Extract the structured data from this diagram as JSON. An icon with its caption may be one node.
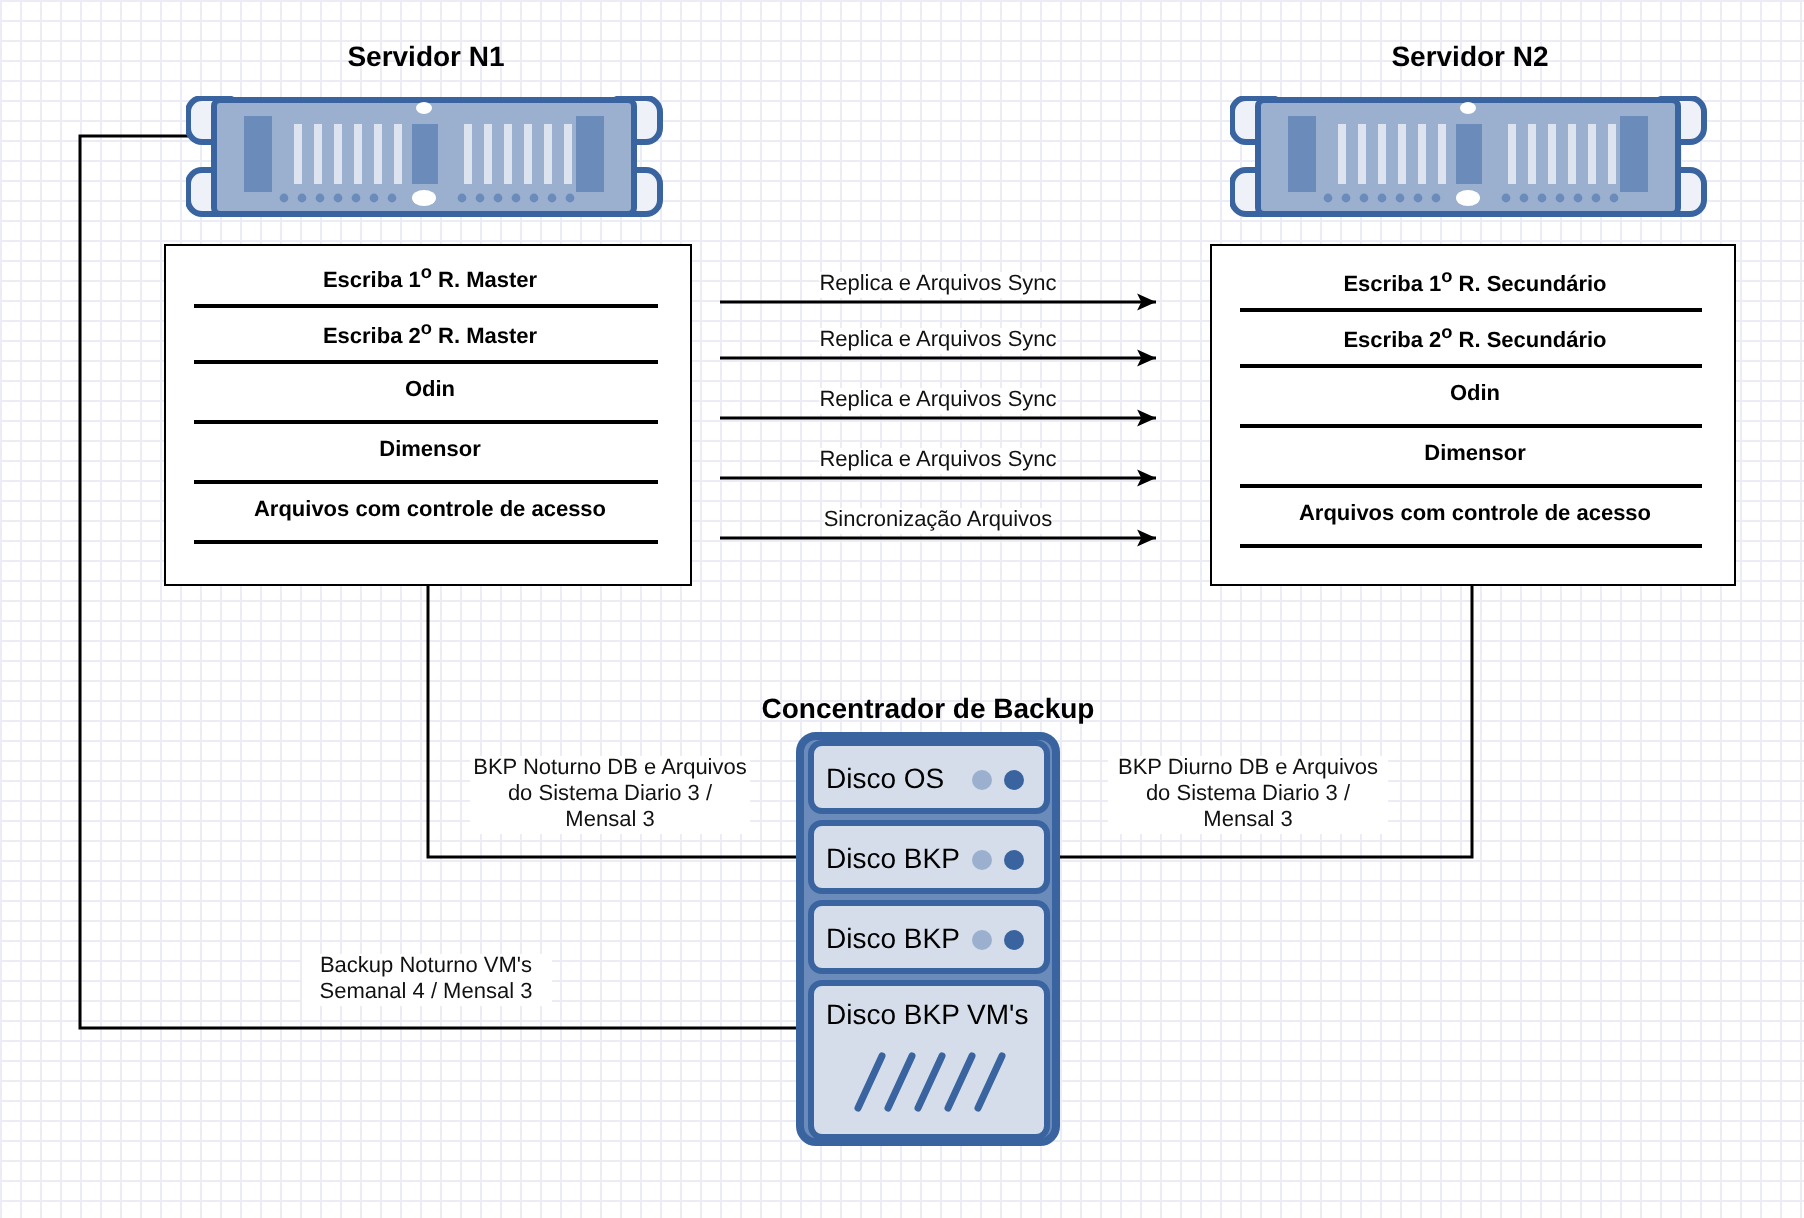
{
  "diagram": {
    "nodes": [
      {
        "text": [
          "Servidor N1"
        ]
      },
      {
        "text": [],
        "shape": "box"
      },
      {
        "text": [
          "Escriba 1$^{o}$ R. Master"
        ],
        "in": 1
      },
      {
        "text": [
          "Escriba 2$^{o}$ R. Master"
        ],
        "in": 1
      },
      {
        "text": [
          "Odin"
        ],
        "in": 1
      },
      {
        "text": [
          "Dimensor"
        ],
        "in": 1
      },
      {
        "text": [
          "Arquivos com controle de acesso"
        ],
        "in": 1
      },
      {
        "text": [
          "Servidor N2"
        ]
      },
      {
        "text": [],
        "shape": "box"
      },
      {
        "text": [
          "Escriba 1$^{o}$ R. Secundário"
        ],
        "in": 8
      },
      {
        "text": [
          "Escriba 2$^{o}$ R. Secundário"
        ],
        "in": 8
      },
      {
        "text": [
          "Odin"
        ],
        "in": 8
      },
      {
        "text": [
          "Dimensor"
        ],
        "in": 8
      },
      {
        "text": [
          "Arquivos com controle de acesso"
        ],
        "in": 8
      },
      {
        "text": [
          "Concentrador de Backup"
        ]
      },
      {
        "text": [
          "Disco OS"
        ],
        "in": 14
      },
      {
        "text": [
          "Disco BKP"
        ],
        "in": 14
      },
      {
        "text": [
          "Disco BKP"
        ],
        "in": 14
      },
      {
        "text": [
          "Disco BKP VM's"
        ],
        "in": 14
      }
    ],
    "edges": [
      {
        "from": 2,
        "to": 9,
        "arrow": "to",
        "label": "Replica e Arquivos Sync"
      },
      {
        "from": 3,
        "to": 10,
        "arrow": "to",
        "label": "Replica e Arquivos Sync"
      },
      {
        "from": 4,
        "to": 11,
        "arrow": "to",
        "label": "Replica e Arquivos Sync"
      },
      {
        "from": 5,
        "to": 12,
        "arrow": "to",
        "label": "Replica e Arquivos Sync"
      },
      {
        "from": 6,
        "to": 13,
        "arrow": "to",
        "label": "Sincronização Arquivos"
      },
      {
        "from": 1,
        "to": 16,
        "arrow": "none",
        "label": "BKP Noturno DB e Arquivos do Sistema Diario 3 / Mensal 3"
      },
      {
        "from": 8,
        "to": 16,
        "arrow": "none",
        "label": "BKP Diurno DB e Arquivos do Sistema Diario 3 / Mensal 3"
      },
      {
        "from": 0,
        "to": 18,
        "arrow": "none",
        "label": "Backup Noturno VM's Semanal 4 / Mensal 3"
      }
    ]
  }
}
